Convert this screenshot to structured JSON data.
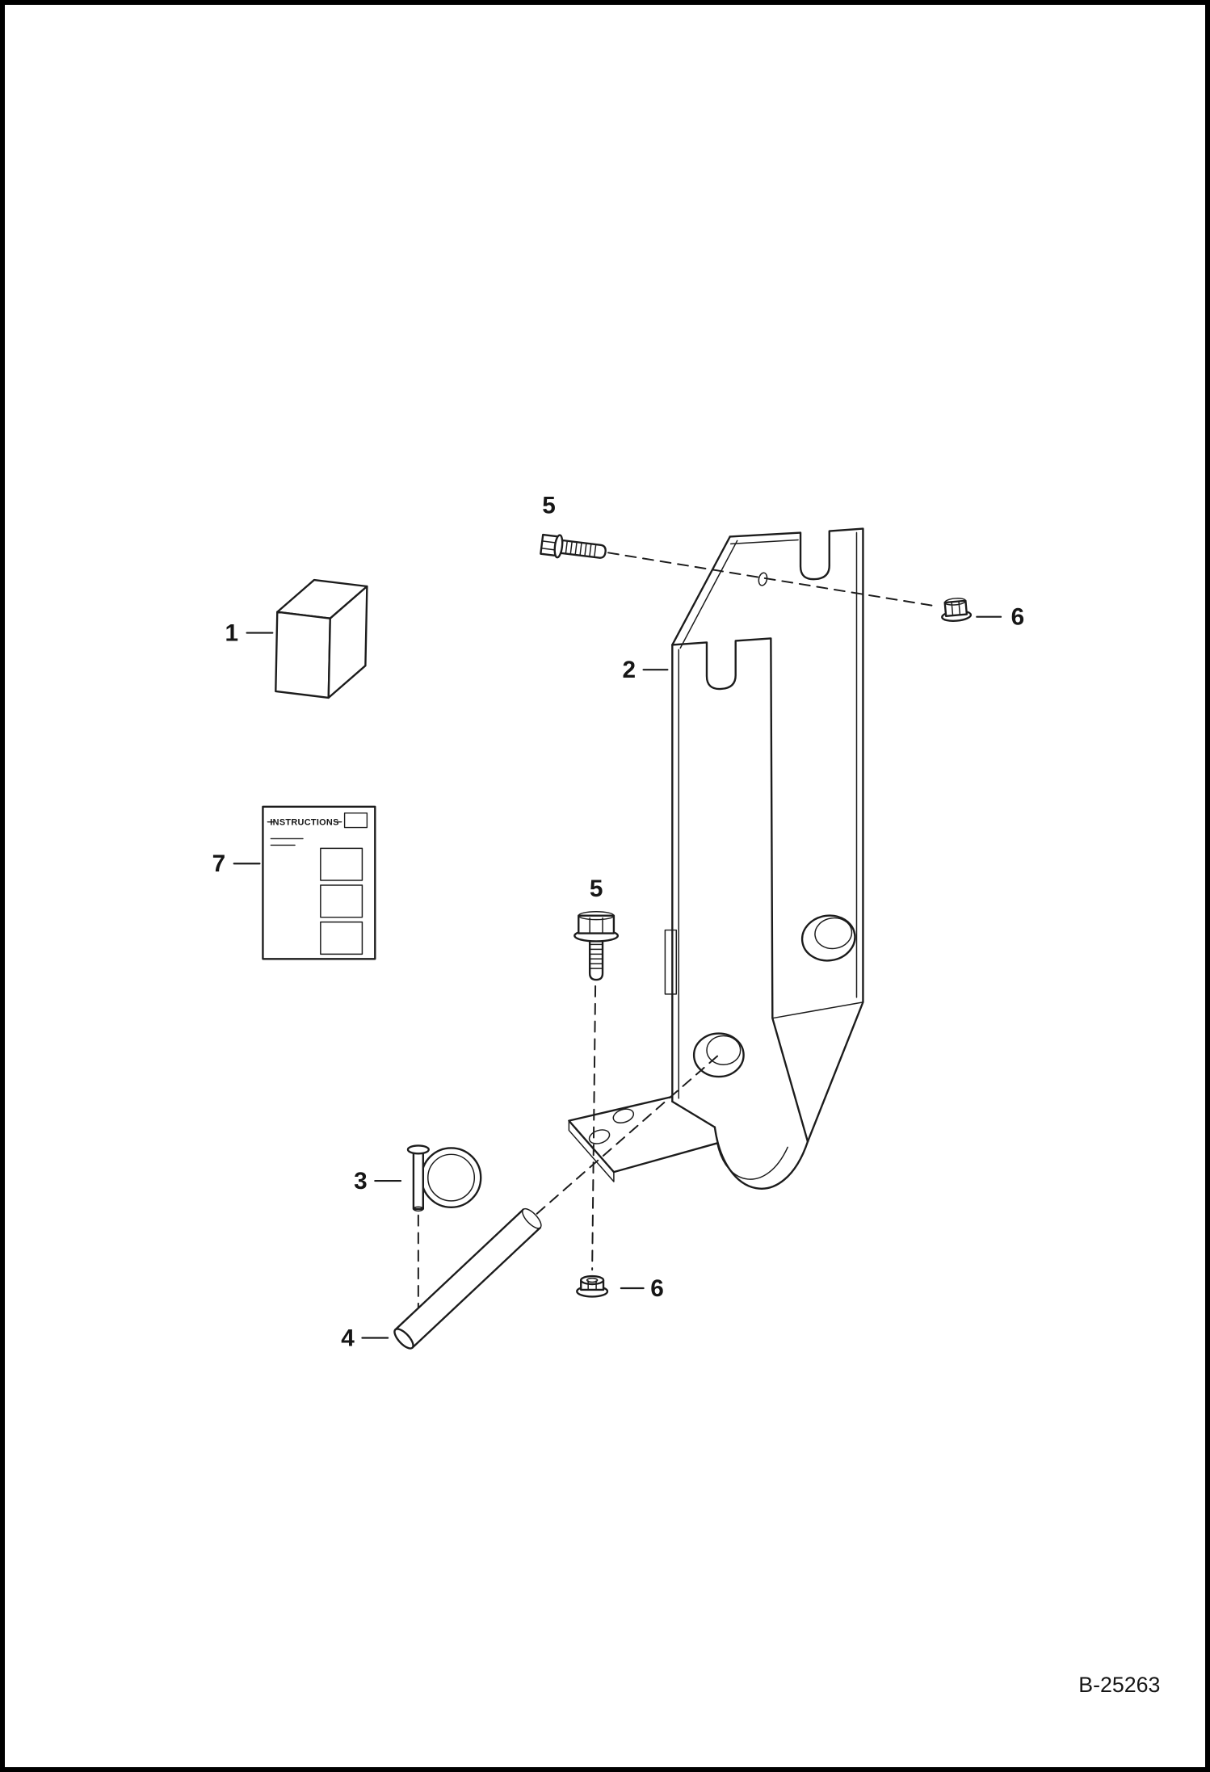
{
  "page": {
    "background": "#ffffff",
    "line_color": "#1c1c1c",
    "border_color": "#000000",
    "figure_code": "B-25263"
  },
  "callouts": {
    "item1": "1",
    "item2": "2",
    "item3": "3",
    "item4": "4",
    "item5_top": "5",
    "item5_middle": "5",
    "item6_right": "6",
    "item6_bottom": "6",
    "item7": "7"
  },
  "instruction_sheet": {
    "title": "INSTRUCTIONS"
  }
}
